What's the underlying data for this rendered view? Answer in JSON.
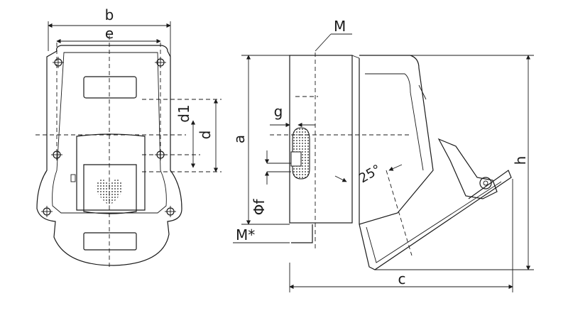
{
  "labels": {
    "b": "b",
    "e": "e",
    "d1": "d1",
    "d": "d",
    "a": "a",
    "g": "g",
    "phi_f": "Φf",
    "m_top": "M",
    "m_star": "M*",
    "angle": "25°",
    "h": "h",
    "c": "c"
  },
  "colors": {
    "ink": "#1a1a1a",
    "background": "#ffffff",
    "hatch": "#1a1a1a"
  },
  "icons": {
    "cable_gland": "cross-hatched-circle-icon",
    "mounting_hole": "crosshair-hole-icon",
    "socket_contacts": "heart-dot-pattern-icon"
  }
}
